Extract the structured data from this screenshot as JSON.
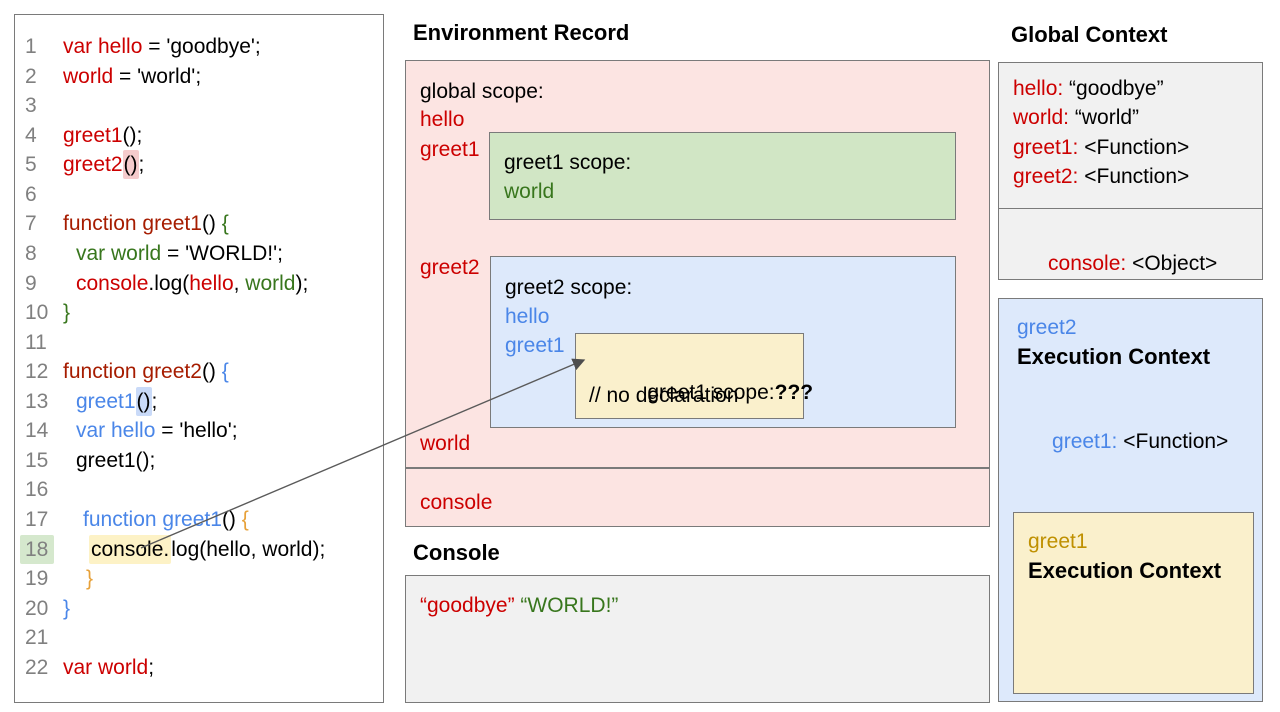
{
  "colors": {
    "red": "#cc0000",
    "dark_red": "#a61c00",
    "blue": "#4a86e8",
    "green": "#38761d",
    "gold": "#e7a139",
    "gold_dark": "#bf9000",
    "gray": "#808080",
    "border": "#7a7a7a",
    "arrow": "#555555",
    "pink_fill": "#fce4e2",
    "green_fill": "#d1e6c5",
    "blue_fill": "#dde9fb",
    "yellow_fill": "#faf0cc",
    "gray_fill": "#f1f1f1",
    "hl_pink": "#f5cbcc",
    "hl_blue": "#c9daf8",
    "hl_yellow": "#fdf2c6",
    "hl_green": "#d5e8cd"
  },
  "code_panel": {
    "lines": [
      {
        "n": "1",
        "t": [
          {
            "t": "var hello",
            "c": "red"
          },
          {
            "t": " = 'goodbye';",
            "c": "k"
          }
        ]
      },
      {
        "n": "2",
        "t": [
          {
            "t": "world",
            "c": "red"
          },
          {
            "t": " = 'world';",
            "c": "k"
          }
        ]
      },
      {
        "n": "3",
        "t": []
      },
      {
        "n": "4",
        "t": [
          {
            "t": "greet1",
            "c": "red"
          },
          {
            "t": "();",
            "c": "k"
          }
        ]
      },
      {
        "n": "5",
        "t": [
          {
            "t": "greet2",
            "c": "red"
          },
          {
            "t": "()",
            "c": "k",
            "h": "pink"
          },
          {
            "t": ";",
            "c": "k"
          }
        ]
      },
      {
        "n": "6",
        "t": []
      },
      {
        "n": "7",
        "t": [
          {
            "t": "function greet1",
            "c": "darkred"
          },
          {
            "t": "() ",
            "c": "k"
          },
          {
            "t": "{",
            "c": "green"
          }
        ]
      },
      {
        "n": "8",
        "i": 13,
        "t": [
          {
            "t": "var world",
            "c": "green"
          },
          {
            "t": " = 'WORLD!';",
            "c": "k"
          }
        ]
      },
      {
        "n": "9",
        "i": 13,
        "t": [
          {
            "t": "console",
            "c": "red"
          },
          {
            "t": ".log(",
            "c": "k"
          },
          {
            "t": "hello",
            "c": "red"
          },
          {
            "t": ", ",
            "c": "k"
          },
          {
            "t": "world",
            "c": "green"
          },
          {
            "t": ");",
            "c": "k"
          }
        ]
      },
      {
        "n": "10",
        "t": [
          {
            "t": "}",
            "c": "green"
          }
        ]
      },
      {
        "n": "11",
        "t": []
      },
      {
        "n": "12",
        "t": [
          {
            "t": "function greet2",
            "c": "darkred"
          },
          {
            "t": "() ",
            "c": "k"
          },
          {
            "t": "{",
            "c": "blue"
          }
        ]
      },
      {
        "n": "13",
        "i": 13,
        "t": [
          {
            "t": "greet1",
            "c": "blue"
          },
          {
            "t": "()",
            "c": "k",
            "h": "blue"
          },
          {
            "t": ";",
            "c": "k"
          }
        ]
      },
      {
        "n": "14",
        "i": 13,
        "t": [
          {
            "t": "var hello",
            "c": "blue"
          },
          {
            "t": " = 'hello';",
            "c": "k"
          }
        ]
      },
      {
        "n": "15",
        "i": 13,
        "t": [
          {
            "t": "greet1();",
            "c": "k"
          }
        ]
      },
      {
        "n": "16",
        "t": []
      },
      {
        "n": "17",
        "i": 20,
        "t": [
          {
            "t": "function greet1",
            "c": "blue"
          },
          {
            "t": "() ",
            "c": "k"
          },
          {
            "t": "{",
            "c": "gold"
          }
        ]
      },
      {
        "n": "18",
        "i": 26,
        "num_hl": "green",
        "t": [
          {
            "t": "console.",
            "c": "k",
            "h": "yellow"
          },
          {
            "t": "log(hello, world);",
            "c": "k"
          }
        ]
      },
      {
        "n": "19",
        "i": 23,
        "t": [
          {
            "t": "}",
            "c": "gold"
          }
        ]
      },
      {
        "n": "20",
        "t": [
          {
            "t": "}",
            "c": "blue"
          }
        ]
      },
      {
        "n": "21",
        "t": []
      },
      {
        "n": "22",
        "t": [
          {
            "t": "var world",
            "c": "red"
          },
          {
            "t": ";",
            "c": "k"
          }
        ]
      }
    ]
  },
  "env": {
    "title": "Environment Record",
    "global_scope_label": "global scope:",
    "global_vars": [
      "hello",
      "greet1"
    ],
    "greet1_scope": {
      "title": "greet1 scope:",
      "var": "world"
    },
    "greet2_label": "greet2",
    "greet2_scope": {
      "title": "greet2 scope:",
      "vars": [
        "hello",
        "greet1"
      ]
    },
    "inner_scope": {
      "title": "greet1 scope:",
      "question": "???",
      "comment": "// no declaration"
    },
    "world_label": "world",
    "console_label": "console"
  },
  "console_panel": {
    "title": "Console",
    "output": [
      {
        "t": "“goodbye”",
        "c": "red"
      },
      {
        "t": " ",
        "c": "k"
      },
      {
        "t": "“WORLD!”",
        "c": "green"
      }
    ]
  },
  "global_ctx": {
    "title": "Global Context",
    "entries": [
      {
        "k": "hello:",
        "v": " “goodbye”"
      },
      {
        "k": "world:",
        "v": " “world”"
      },
      {
        "k": "greet1:",
        "v": " <Function>"
      },
      {
        "k": "greet2:",
        "v": " <Function>"
      }
    ],
    "console_entry": {
      "k": "console:",
      "v": " <Object>"
    }
  },
  "exec_ctx": {
    "name": "greet2",
    "label": "Execution Context",
    "entry": {
      "k": "greet1:",
      "v": " <Function>"
    },
    "inner": {
      "name": "greet1",
      "label": "Execution Context"
    }
  }
}
